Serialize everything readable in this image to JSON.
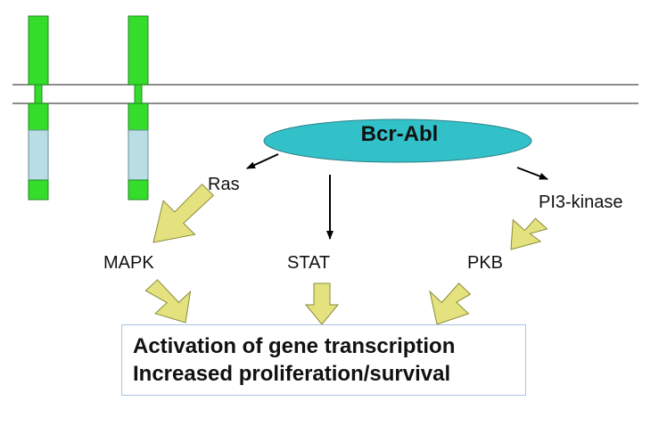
{
  "nodes": {
    "bcr_abl": "Bcr-Abl",
    "ras": "Ras",
    "pi3_kinase": "PI3-kinase",
    "mapk": "MAPK",
    "stat": "STAT",
    "pkb": "PKB"
  },
  "output": {
    "line1": "Activation of gene transcription",
    "line2": "Increased proliferation/survival"
  },
  "colors": {
    "receptor_green": "#33dd2a",
    "receptor_light_blue": "#b8dde4",
    "ellipse_fill": "#33c1c9",
    "big_arrow_fill": "#e3e27e",
    "box_border": "#a9c4e6",
    "membrane_line": "#666666"
  }
}
